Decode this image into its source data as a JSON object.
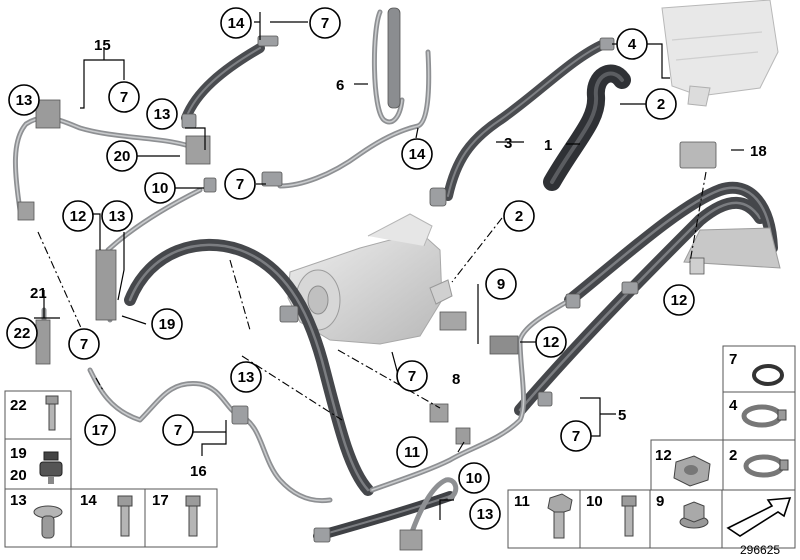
{
  "callouts": {
    "c1": "1",
    "c2a": "2",
    "c2b": "2",
    "c3": "3",
    "c4": "4",
    "c5": "5",
    "c6": "6",
    "c7a": "7",
    "c7b": "7",
    "c7c": "7",
    "c7d": "7",
    "c7e": "7",
    "c7f": "7",
    "c8": "8",
    "c9": "9",
    "c10a": "10",
    "c10b": "10",
    "c11": "11",
    "c12a": "12",
    "c12b": "12",
    "c12c": "12",
    "c13a": "13",
    "c13b": "13",
    "c13c": "13",
    "c13d": "13",
    "c13e": "13",
    "c14a": "14",
    "c14b": "14",
    "c15": "15",
    "c16": "16",
    "c17": "17",
    "c18": "18",
    "c19": "19",
    "c20": "20",
    "c21": "21",
    "c22": "22"
  },
  "parts_table": {
    "left": [
      {
        "id": "22",
        "icon": "bolt-with-washer-icon"
      },
      {
        "id": "19",
        "id2": "20",
        "icon": "rubber-grommet-icon"
      },
      {
        "id": "13",
        "icon": "push-clip-icon"
      },
      {
        "id": "14",
        "icon": "torx-bolt-icon"
      },
      {
        "id": "17",
        "icon": "torx-bolt-icon"
      }
    ],
    "right": [
      {
        "id": "7",
        "icon": "o-ring-icon"
      },
      {
        "id": "4",
        "icon": "hose-clamp-icon"
      },
      {
        "id": "12",
        "icon": "hex-nut-icon"
      },
      {
        "id": "2",
        "icon": "hose-clamp-icon"
      },
      {
        "id": "11",
        "icon": "hex-bolt-icon"
      },
      {
        "id": "10",
        "icon": "torx-bolt-icon"
      },
      {
        "id": "9",
        "icon": "flange-nut-icon"
      },
      {
        "id": "",
        "icon": "arrow-icon"
      }
    ]
  },
  "reference_number": "296625"
}
